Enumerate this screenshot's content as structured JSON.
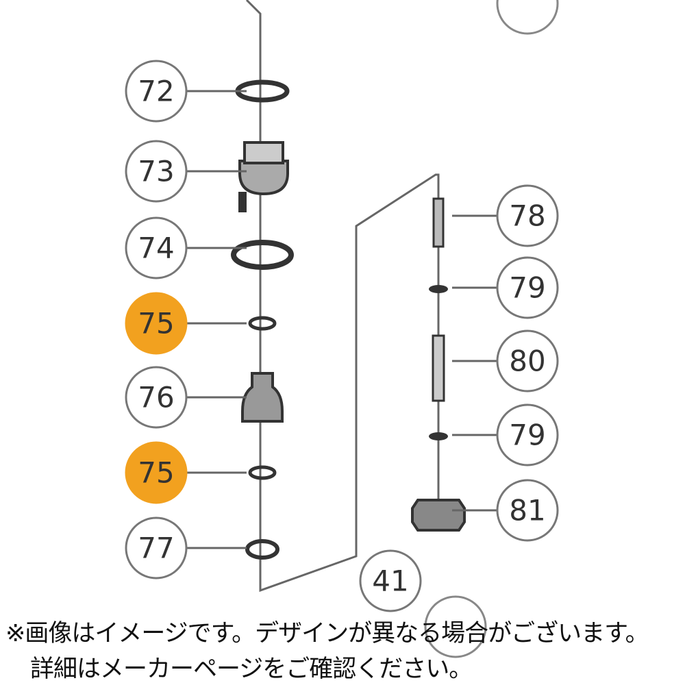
{
  "callouts_left": [
    {
      "label": "72",
      "highlighted": false
    },
    {
      "label": "73",
      "highlighted": false
    },
    {
      "label": "74",
      "highlighted": false
    },
    {
      "label": "75",
      "highlighted": true
    },
    {
      "label": "76",
      "highlighted": false
    },
    {
      "label": "75",
      "highlighted": true
    },
    {
      "label": "77",
      "highlighted": false
    }
  ],
  "callouts_right": [
    {
      "label": "78",
      "highlighted": false
    },
    {
      "label": "79",
      "highlighted": false
    },
    {
      "label": "80",
      "highlighted": false
    },
    {
      "label": "79",
      "highlighted": false
    },
    {
      "label": "81",
      "highlighted": false
    }
  ],
  "callout_extra": {
    "label": "41"
  },
  "colors": {
    "highlight": "#f2a11f",
    "line": "#666666"
  },
  "notes": {
    "line1": "※画像はイメージです。デザインが異なる場合がございます。",
    "line2": "詳細はメーカーページをご確認ください。"
  }
}
